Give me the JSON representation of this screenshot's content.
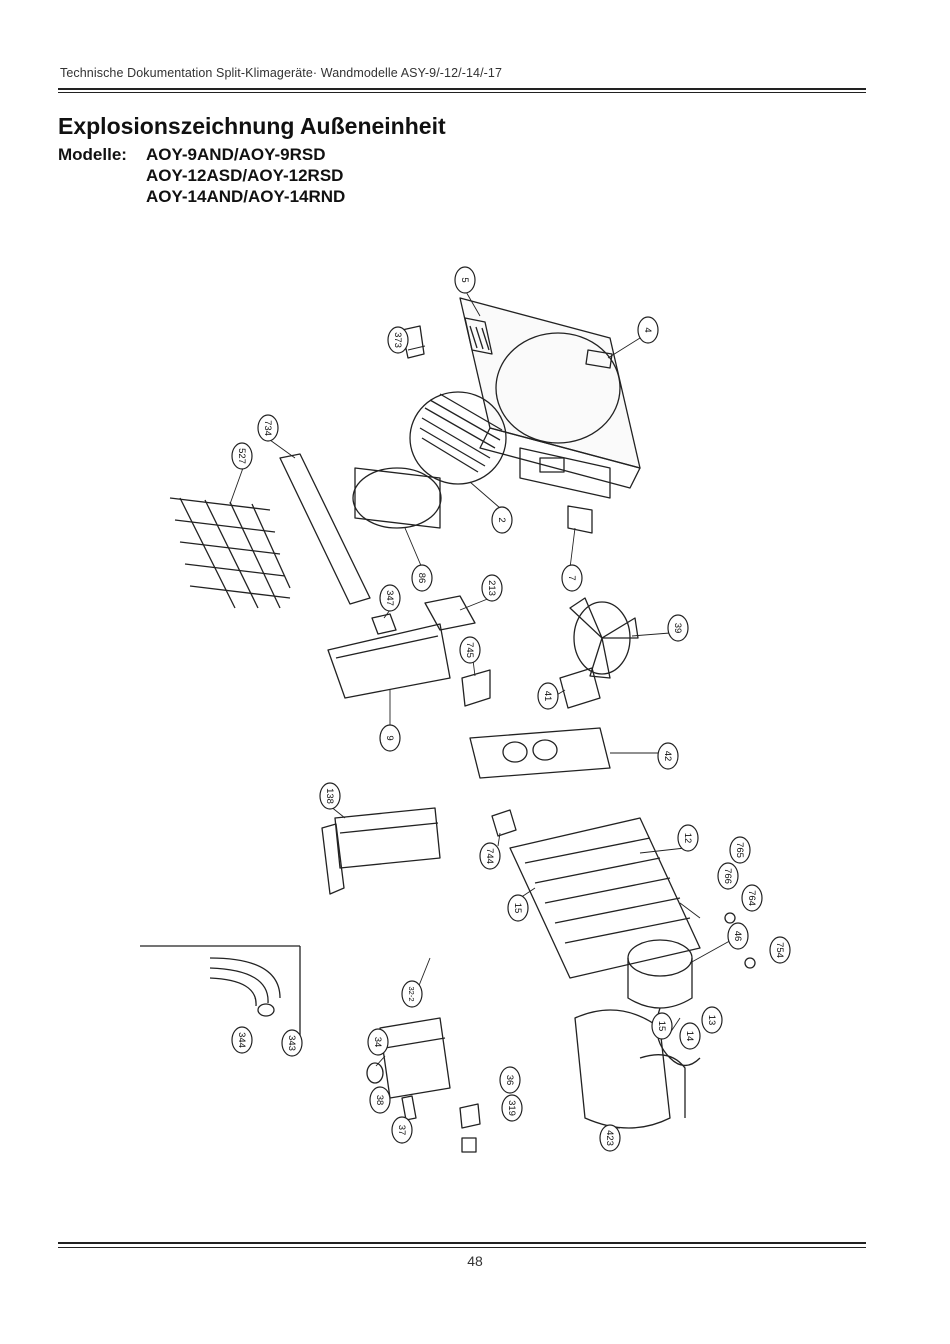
{
  "header": {
    "running_title": "Technische Dokumentation Split-Klimageräte· Wandmodelle ASY-9/-12/-14/-17"
  },
  "title": "Explosionszeichnung Außeneinheit",
  "models": {
    "label": "Modelle:",
    "list": [
      "AOY-9AND/AOY-9RSD",
      "AOY-12ASD/AOY-12RSD",
      "AOY-14AND/AOY-14RND"
    ]
  },
  "part_labels": [
    "5",
    "373",
    "4",
    "734",
    "527",
    "2",
    "86",
    "7",
    "213",
    "347",
    "39",
    "745",
    "41",
    "9",
    "42",
    "138",
    "744",
    "12",
    "765",
    "766",
    "15",
    "764",
    "46",
    "754",
    "32-2",
    "344",
    "343",
    "34",
    "13",
    "14",
    "15",
    "36",
    "38",
    "37",
    "319",
    "423"
  ],
  "footer": {
    "page_number": "48"
  }
}
